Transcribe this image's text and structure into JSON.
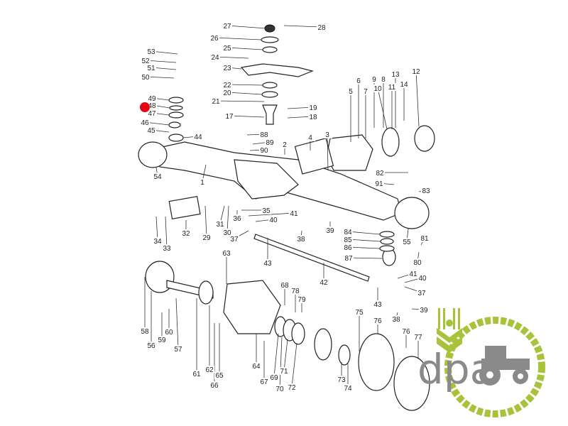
{
  "diagram": {
    "title": "Front axle assembly exploded parts diagram",
    "highlight_color": "#e30613",
    "highlighted_callout": "48",
    "labels": [
      "27",
      "28",
      "26",
      "25",
      "24",
      "23",
      "53",
      "52",
      "51",
      "50",
      "22",
      "20",
      "21",
      "17",
      "19",
      "18",
      "49",
      "48",
      "47",
      "46",
      "45",
      "44",
      "88",
      "89",
      "90",
      "2",
      "4",
      "3",
      "54",
      "1",
      "5",
      "6",
      "7",
      "9",
      "8",
      "10",
      "13",
      "12",
      "11",
      "14",
      "82",
      "91",
      "83",
      "35",
      "41",
      "40",
      "36",
      "39",
      "37",
      "31",
      "30",
      "29",
      "32",
      "34",
      "33",
      "84",
      "85",
      "86",
      "87",
      "38",
      "55",
      "81",
      "80",
      "43",
      "63",
      "42",
      "41",
      "40",
      "37",
      "43",
      "39",
      "38",
      "68",
      "78",
      "79",
      "58",
      "56",
      "59",
      "60",
      "57",
      "61",
      "62",
      "65",
      "66",
      "64",
      "67",
      "69",
      "71",
      "70",
      "72",
      "75",
      "76",
      "76",
      "77",
      "73",
      "74"
    ]
  },
  "logo": {
    "text": "dpa",
    "green": "#a8c23a",
    "gray": "#8a8a8a"
  }
}
